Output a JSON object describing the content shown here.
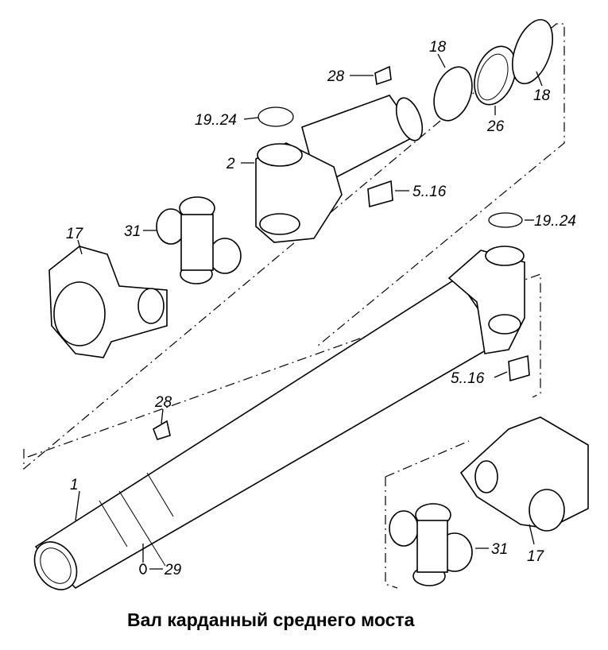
{
  "caption": "Вал карданный среднего моста",
  "callouts": {
    "c1": "1",
    "c2": "2",
    "c17_left": "17",
    "c17_right": "17",
    "c18_top": "18",
    "c18_right": "18",
    "c19_24_top": "19..24",
    "c19_24_right": "19..24",
    "c26": "26",
    "c28_top": "28",
    "c28_mid": "28",
    "c29": "29",
    "c31_left": "31",
    "c31_right": "31",
    "c5_16_top": "5..16",
    "c5_16_mid": "5..16"
  }
}
